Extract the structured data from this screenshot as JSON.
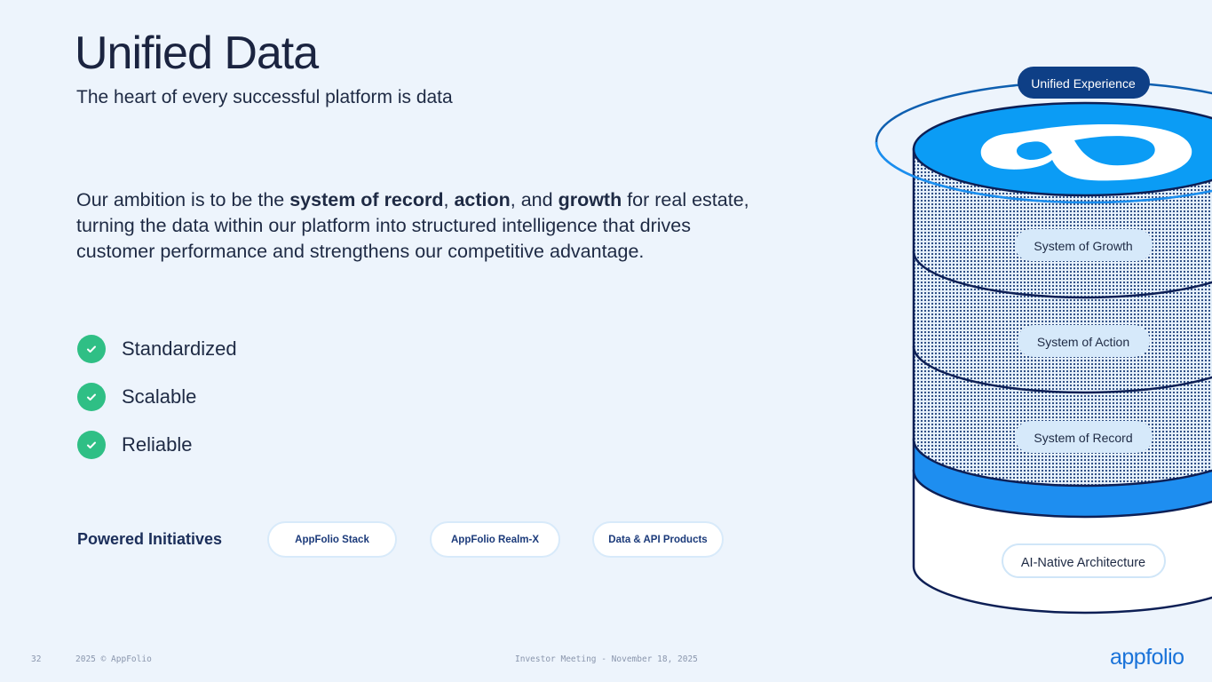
{
  "title": "Unified Data",
  "subtitle": "The heart of every successful platform is data",
  "body": {
    "p1": "Our ambition is to be the ",
    "b1": "system of record",
    "p2": ", ",
    "b2": "action",
    "p3": ", and ",
    "b3": "growth",
    "p4": " for real estate, turning the data within our platform into structured intelligence that drives customer performance and strengthens our competitive advantage."
  },
  "checks": [
    "Standardized",
    "Scalable",
    "Reliable"
  ],
  "powered": {
    "label": "Powered Initiatives",
    "items": [
      "AppFolio Stack",
      "AppFolio Realm-X",
      "Data & API Products"
    ]
  },
  "diagram": {
    "unified": "Unified Experience",
    "layers": [
      "System of Growth",
      "System of Action",
      "System of Record"
    ],
    "base": "AI-Native Architecture"
  },
  "footer": {
    "page": "32",
    "copyright": "2025 © AppFolio",
    "event": "Investor Meeting - November 18, 2025",
    "logo": "appfolio"
  },
  "colors": {
    "accent": "#0b9cf5",
    "navy": "#0e3f86",
    "check": "#2fbf85"
  }
}
